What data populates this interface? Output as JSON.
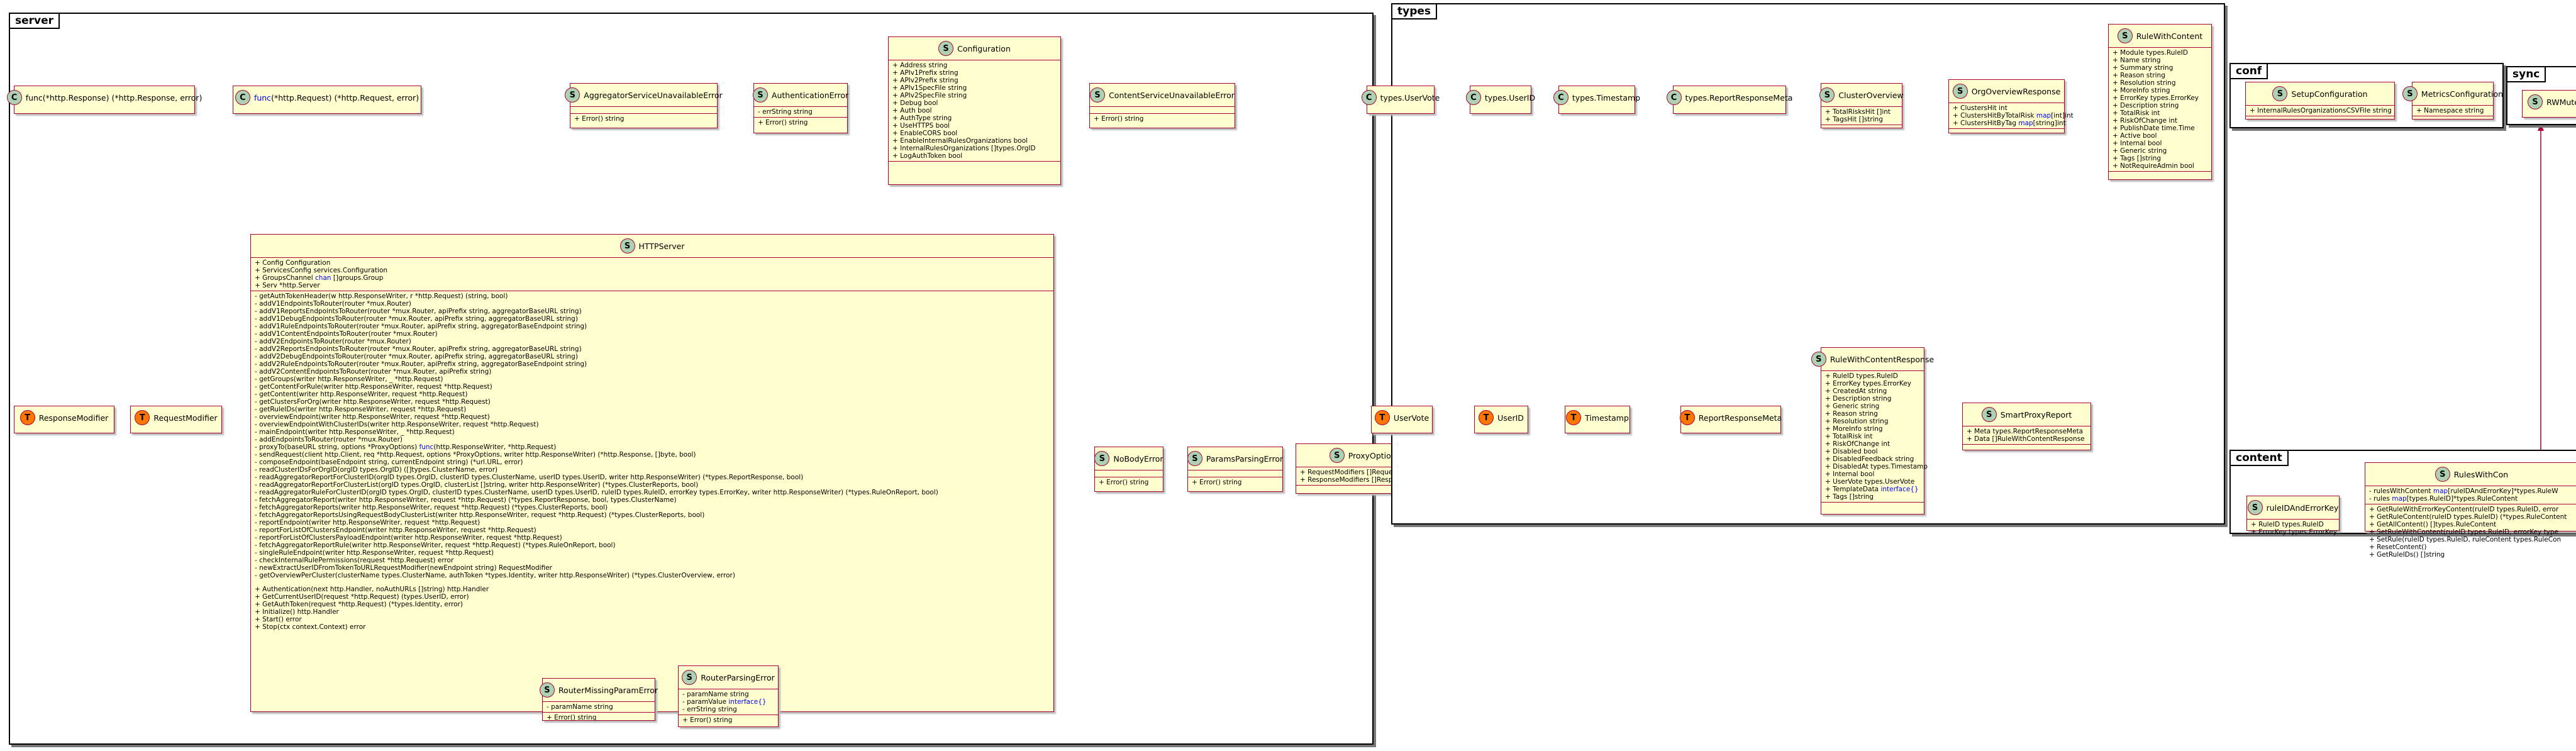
{
  "packages": {
    "server": "server",
    "types": "types",
    "conf": "conf",
    "sync": "sync",
    "content": "content"
  },
  "server": {
    "func_response": "func(*http.Response) (*http.Response, error)",
    "func_request_prefix": "func",
    "func_request_rest": "(*http.Request) (*http.Request, error)",
    "aggregator_unavailable": {
      "name": "AggregatorServiceUnavailableError",
      "method": "+ Error() string"
    },
    "authentication_error": {
      "name": "AuthenticationError",
      "field": "- errString string",
      "method": "+ Error() string"
    },
    "configuration": {
      "name": "Configuration",
      "fields": [
        "+ Address string",
        "+ APIv1Prefix string",
        "+ APIv2Prefix string",
        "+ APIv1SpecFile string",
        "+ APIv2SpecFile string",
        "+ Debug bool",
        "+ Auth bool",
        "+ AuthType string",
        "+ UseHTTPS bool",
        "+ EnableCORS bool",
        "+ EnableInternalRulesOrganizations bool",
        "+ InternalRulesOrganizations []types.OrgID",
        "+ LogAuthToken bool"
      ]
    },
    "content_unavailable": {
      "name": "ContentServiceUnavailableError",
      "method": "+ Error() string"
    },
    "response_modifier": "ResponseModifier",
    "request_modifier": "RequestModifier",
    "http_server": {
      "name": "HTTPServer",
      "fields": [
        "+ Config Configuration",
        "+ ServicesConfig services.Configuration"
      ],
      "groups_channel_a": "+ GroupsChannel ",
      "groups_channel_kw": "chan",
      "groups_channel_b": " []groups.Group",
      "serv_field": "+ Serv *http.Server",
      "private_methods": [
        "- getAuthTokenHeader(w http.ResponseWriter, r *http.Request) (string, bool)",
        "- addV1EndpointsToRouter(router *mux.Router)",
        "- addV1ReportsEndpointsToRouter(router *mux.Router, apiPrefix string, aggregatorBaseURL string)",
        "- addV1DebugEndpointsToRouter(router *mux.Router, apiPrefix string, aggregatorBaseURL string)",
        "- addV1RuleEndpointsToRouter(router *mux.Router, apiPrefix string, aggregatorBaseEndpoint string)",
        "- addV1ContentEndpointsToRouter(router *mux.Router)",
        "- addV2EndpointsToRouter(router *mux.Router)",
        "- addV2ReportsEndpointsToRouter(router *mux.Router, apiPrefix string, aggregatorBaseURL string)",
        "- addV2DebugEndpointsToRouter(router *mux.Router, apiPrefix string, aggregatorBaseURL string)",
        "- addV2RuleEndpointsToRouter(router *mux.Router, apiPrefix string, aggregatorBaseEndpoint string)",
        "- addV2ContentEndpointsToRouter(router *mux.Router, apiPrefix string)",
        "- getGroups(writer http.ResponseWriter, _ *http.Request)",
        "- getContentForRule(writer http.ResponseWriter, request *http.Request)",
        "- getContent(writer http.ResponseWriter, request *http.Request)",
        "- getClustersForOrg(writer http.ResponseWriter, request *http.Request)",
        "- getRuleIDs(writer http.ResponseWriter, request *http.Request)",
        "- overviewEndpoint(writer http.ResponseWriter, request *http.Request)",
        "- overviewEndpointWithClusterIDs(writer http.ResponseWriter, request *http.Request)",
        "- mainEndpoint(writer http.ResponseWriter, _ *http.Request)",
        "- addEndpointsToRouter(router *mux.Router)",
        "- proxyTo(baseURL string, options *ProxyOptions) func(http.ResponseWriter, *http.Request)",
        "- sendRequest(client http.Client, req *http.Request, options *ProxyOptions, writer http.ResponseWriter) (*http.Response, []byte, bool)",
        "- composeEndpoint(baseEndpoint string, currentEndpoint string) (*url.URL, error)",
        "- readClusterIDsForOrgID(orgID types.OrgID) ([]types.ClusterName, error)",
        "- readAggregatorReportForClusterID(orgID types.OrgID, clusterID types.ClusterName, userID types.UserID, writer http.ResponseWriter) (*types.ReportResponse, bool)",
        "- readAggregatorReportForClusterList(orgID types.OrgID, clusterList []string, writer http.ResponseWriter) (*types.ClusterReports, bool)",
        "- readAggregatorRuleForClusterID(orgID types.OrgID, clusterID types.ClusterName, userID types.UserID, ruleID types.RuleID, errorKey types.ErrorKey, writer http.ResponseWriter) (*types.RuleOnReport, bool)",
        "- fetchAggregatorReport(writer http.ResponseWriter, request *http.Request) (*types.ReportResponse, bool, types.ClusterName)",
        "- fetchAggregatorReports(writer http.ResponseWriter, request *http.Request) (*types.ClusterReports, bool)",
        "- fetchAggregatorReportsUsingRequestBodyClusterList(writer http.ResponseWriter, request *http.Request) (*types.ClusterReports, bool)",
        "- reportEndpoint(writer http.ResponseWriter, request *http.Request)",
        "- reportForListOfClustersEndpoint(writer http.ResponseWriter, request *http.Request)",
        "- reportForListOfClustersPayloadEndpoint(writer http.ResponseWriter, request *http.Request)",
        "- fetchAggregatorReportRule(writer http.ResponseWriter, request *http.Request) (*types.RuleOnReport, bool)",
        "- singleRuleEndpoint(writer http.ResponseWriter, request *http.Request)",
        "- checkInternalRulePermissions(request *http.Request) error",
        "- newExtractUserIDFromTokenToURLRequestModifier(newEndpoint string) RequestModifier",
        "- getOverviewPerCluster(clusterName types.ClusterName, authToken *types.Identity, writer http.ResponseWriter) (*types.ClusterOverview, error)"
      ],
      "public_methods": [
        "+ Authentication(next http.Handler, noAuthURLs []string) http.Handler",
        "+ GetCurrentUserID(request *http.Request) (types.UserID, error)",
        "+ GetAuthToken(request *http.Request) (*types.Identity, error)",
        "+ Initialize() http.Handler",
        "+ Start() error",
        "+ Stop(ctx context.Context) error"
      ]
    },
    "no_body_error": {
      "name": "NoBodyError",
      "method": "+ Error() string"
    },
    "params_parsing_error": {
      "name": "ParamsParsingError",
      "method": "+ Error() string"
    },
    "proxy_options": {
      "name": "ProxyOptions",
      "fields": [
        "+ RequestModifiers []RequestModifier",
        "+ ResponseModifiers []ResponseModifier"
      ]
    },
    "router_missing_param": {
      "name": "RouterMissingParamError",
      "field": "- paramName string",
      "method": "+ Error() string"
    },
    "router_parsing_error": {
      "name": "RouterParsingError",
      "fields": [
        "- paramName string"
      ],
      "param_value_a": "- paramValue ",
      "param_value_kw": "interface{}",
      "err_string": "- errString string",
      "method": "+ Error() string"
    }
  },
  "types": {
    "uservote_alias": "types.UserVote",
    "userid_alias": "types.UserID",
    "timestamp_alias": "types.Timestamp",
    "reportresponsemeta_alias": "types.ReportResponseMeta",
    "uservote": "UserVote",
    "userid": "UserID",
    "timestamp": "Timestamp",
    "reportresponsemeta": "ReportResponseMeta",
    "cluster_overview": {
      "name": "ClusterOverview",
      "fields": [
        "+ TotalRisksHit []int",
        "+ TagsHit []string"
      ]
    },
    "org_overview": {
      "name": "OrgOverviewResponse",
      "f1": "+ ClustersHit int",
      "f2_a": "+ ClustersHitByTotalRisk ",
      "f2_kw": "map",
      "f2_b": "[int]int",
      "f3_a": "+ ClustersHitByTag ",
      "f3_kw": "map",
      "f3_b": "[string]int"
    },
    "rule_with_content": {
      "name": "RuleWithContent",
      "fields": [
        "+ Module types.RuleID",
        "+ Name string",
        "+ Summary string",
        "+ Reason string",
        "+ Resolution string",
        "+ MoreInfo string",
        "+ ErrorKey types.ErrorKey",
        "+ Description string",
        "+ TotalRisk int",
        "+ RiskOfChange int",
        "+ PublishDate time.Time",
        "+ Active bool",
        "+ Internal bool",
        "+ Generic string",
        "+ Tags []string",
        "+ NotRequireAdmin bool"
      ]
    },
    "rule_with_content_response": {
      "name": "RuleWithContentResponse",
      "fields": [
        "+ RuleID types.RuleID",
        "+ ErrorKey types.ErrorKey",
        "+ CreatedAt string",
        "+ Description string",
        "+ Generic string",
        "+ Reason string",
        "+ Resolution string",
        "+ MoreInfo string",
        "+ TotalRisk int",
        "+ RiskOfChange int",
        "+ Disabled bool",
        "+ DisabledFeedback string",
        "+ DisabledAt types.Timestamp",
        "+ Internal bool",
        "+ UserVote types.UserVote"
      ],
      "template_a": "+ TemplateData ",
      "template_kw": "interface{}",
      "tags": "+ Tags []string"
    },
    "smart_proxy_report": {
      "name": "SmartProxyReport",
      "fields": [
        "+ Meta types.ReportResponseMeta",
        "+ Data []RuleWithContentResponse"
      ]
    }
  },
  "conf": {
    "setup_configuration": {
      "name": "SetupConfiguration",
      "field": "+ InternalRulesOrganizationsCSVFile string"
    },
    "metrics_configuration": {
      "name": "MetricsConfiguration",
      "field": "+ Namespace string"
    }
  },
  "sync": {
    "rwmutex": "RWMute"
  },
  "content": {
    "rule_id_and_error_key": {
      "name": "ruleIDAndErrorKey",
      "fields": [
        "+ RuleID types.RuleID",
        "+ ErrorKey types.ErrorKey"
      ]
    },
    "rules_with_content_storage": {
      "name": "RulesWithCon",
      "f1_a": "- rulesWithContent ",
      "f1_kw": "map",
      "f1_b": "[ruleIDAndErrorKey]*types.RuleW",
      "f2_a": "- rules ",
      "f2_kw": "map",
      "f2_b": "[types.RuleID]*types.RuleContent",
      "methods": [
        "+ GetRuleWithErrorKeyContent(ruleID types.RuleID, error",
        "+ GetRuleContent(ruleID types.RuleID) (*types.RuleContent",
        "+ GetAllContent() []types.RuleContent",
        "+ SetRuleWithContent(ruleID types.RuleID, errorKey type",
        "+ SetRule(ruleID types.RuleID, ruleContent types.RuleCon",
        "+ ResetContent()",
        "+ GetRuleIDs() []string"
      ]
    }
  },
  "colors": {
    "class_fill": "#fefece",
    "class_border": "#a80036",
    "struct_circle": "#add1b2",
    "type_circle": "#ff7700",
    "keyword": "#0000ff"
  }
}
